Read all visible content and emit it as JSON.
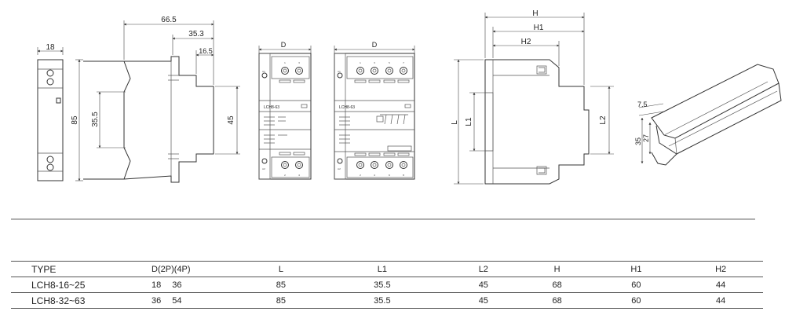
{
  "dims": {
    "module_width": "18",
    "overall_depth": "66.5",
    "depth_mid": "35.3",
    "depth_small": "16.5",
    "height": "85",
    "rail_window": "35.5",
    "front_height": "45",
    "width_label": "D",
    "H": "H",
    "H1": "H1",
    "H2": "H2",
    "L": "L",
    "L1": "L1",
    "L2": "L2",
    "rail_a": "7.5",
    "rail_b": "35",
    "rail_c": "27"
  },
  "front_2p": {
    "top_terminals": [
      "1",
      "3"
    ],
    "bottom_terminals": [
      "2",
      "4"
    ],
    "coil_top": "A1",
    "coil_bottom": "A2",
    "model": "LCH8-63"
  },
  "front_4p": {
    "top_terminals": [
      "1",
      "3",
      "5",
      "7"
    ],
    "bottom_terminals": [
      "2",
      "4",
      "6",
      "8"
    ],
    "coil_top": "A1",
    "coil_bottom": "A2",
    "model": "LCH8-63"
  },
  "table": {
    "headers": {
      "type": "TYPE",
      "d": "D",
      "d_2p": "(2P)",
      "d_4p": "(4P)",
      "L": "L",
      "L1": "L1",
      "L2": "L2",
      "H": "H",
      "H1": "H1",
      "H2": "H2"
    },
    "rows": [
      {
        "type": "LCH8-16~25",
        "d2p": "18",
        "d4p": "36",
        "L": "85",
        "L1": "35.5",
        "L2": "45",
        "H": "68",
        "H1": "60",
        "H2": "44"
      },
      {
        "type": "LCH8-32~63",
        "d2p": "36",
        "d4p": "54",
        "L": "85",
        "L1": "35.5",
        "L2": "45",
        "H": "68",
        "H1": "60",
        "H2": "44"
      }
    ]
  }
}
